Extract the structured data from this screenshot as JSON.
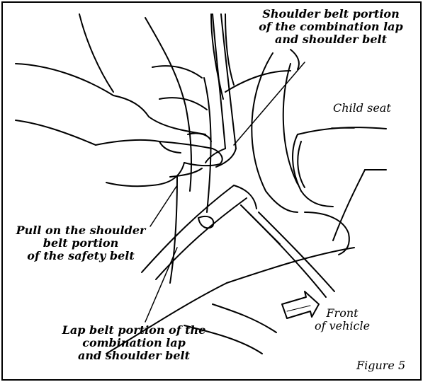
{
  "labels": {
    "shoulder_belt": [
      "Shoulder belt portion",
      "of the combination lap",
      "and shoulder belt"
    ],
    "child_seat": "Child seat",
    "pull_on": [
      "Pull on the shoulder",
      "belt portion",
      "of the safety belt"
    ],
    "lap_belt": [
      "Lap belt portion of the",
      "combination lap",
      "and shoulder belt"
    ],
    "front_of_vehicle": [
      "Front",
      "of vehicle"
    ],
    "figure": "Figure 5"
  }
}
